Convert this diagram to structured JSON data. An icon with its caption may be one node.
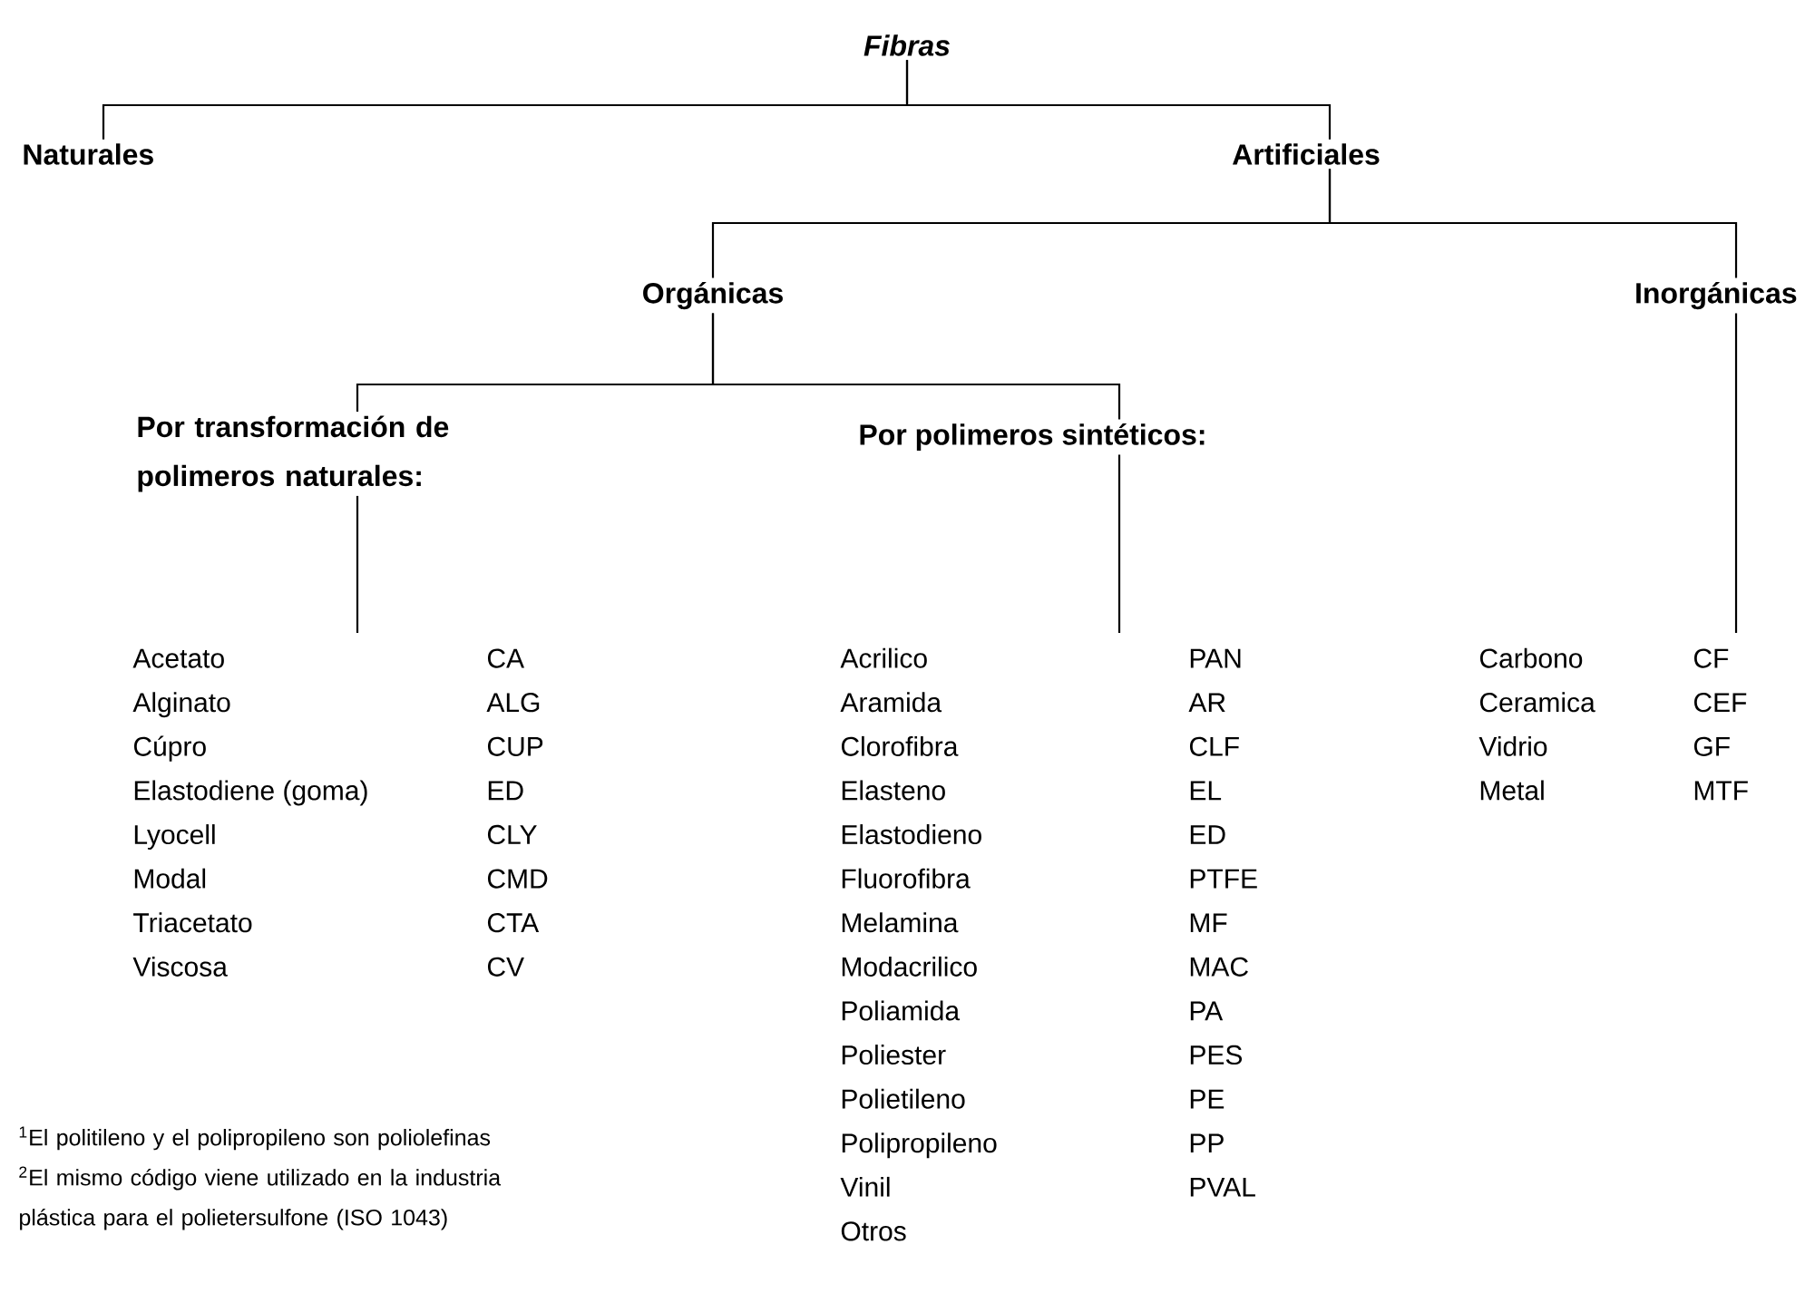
{
  "diagram": {
    "nodes": [
      {
        "text": [
          "Fibras"
        ]
      },
      {
        "text": [
          "Naturales"
        ]
      },
      {
        "text": [
          "Artificiales"
        ]
      },
      {
        "text": [
          "Orgánicas"
        ]
      },
      {
        "text": [
          "Inorgánicas"
        ]
      },
      {
        "text": [
          "Por transformación de polimeros naturales:"
        ]
      },
      {
        "text": [
          "Por polimeros sintéticos:"
        ]
      },
      {
        "text": [
          "Acetato",
          "CA",
          "Alginato",
          "ALG",
          "Cúpro",
          "CUP",
          "Elastodiene (goma)",
          "ED",
          "Lyocell",
          "CLY",
          "Modal",
          "CMD",
          "Triacetato",
          "CTA",
          "Viscosa",
          "CV"
        ]
      },
      {
        "text": [
          "Acrilico",
          "PAN",
          "Aramida",
          "AR",
          "Clorofibra",
          "CLF",
          "Elasteno",
          "EL",
          "Elastodieno",
          "ED",
          "Fluorofibra",
          "PTFE",
          "Melamina",
          "MF",
          "Modacrilico",
          "MAC",
          "Poliamida",
          "PA",
          "Poliester",
          "PES",
          "Polietileno",
          "PE",
          "Polipropileno",
          "PP",
          "Vinil",
          "PVAL",
          "Otros"
        ]
      },
      {
        "text": [
          "Carbono",
          "CF",
          "Ceramica",
          "CEF",
          "Vidrio",
          "GF",
          "Metal",
          "MTF"
        ]
      }
    ],
    "edges": [
      {
        "from": 0,
        "to": 1,
        "arrow": "none"
      },
      {
        "from": 0,
        "to": 2,
        "arrow": "none"
      },
      {
        "from": 2,
        "to": 3,
        "arrow": "none"
      },
      {
        "from": 2,
        "to": 4,
        "arrow": "none"
      },
      {
        "from": 3,
        "to": 5,
        "arrow": "none"
      },
      {
        "from": 3,
        "to": 6,
        "arrow": "none"
      },
      {
        "from": 5,
        "to": 7,
        "arrow": "none"
      },
      {
        "from": 6,
        "to": 8,
        "arrow": "none"
      },
      {
        "from": 4,
        "to": 9,
        "arrow": "none"
      }
    ],
    "labels": [
      "$^{1}$El politileno y el polipropileno son poliolefinas",
      "$^{2}$El mismo código viene utilizado en la industria plástica para el polietersulfone (ISO 1043)"
    ]
  }
}
